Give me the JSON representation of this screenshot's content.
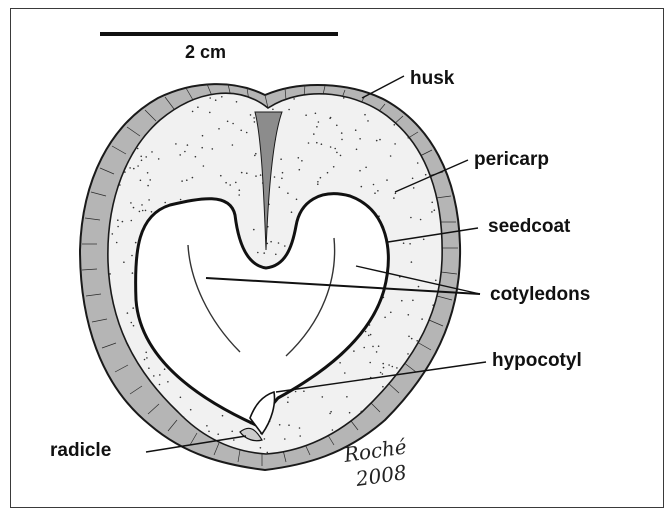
{
  "scale_bar": {
    "label": "2 cm"
  },
  "labels": {
    "husk": "husk",
    "pericarp": "pericarp",
    "seedcoat": "seedcoat",
    "cotyledons": "cotyledons",
    "hypocotyl": "hypocotyl",
    "radicle": "radicle"
  },
  "signature": {
    "name": "Roché",
    "year": "2008"
  },
  "colors": {
    "ink": "#111111",
    "background": "#ffffff",
    "husk_shade": "#9a9a9a"
  }
}
